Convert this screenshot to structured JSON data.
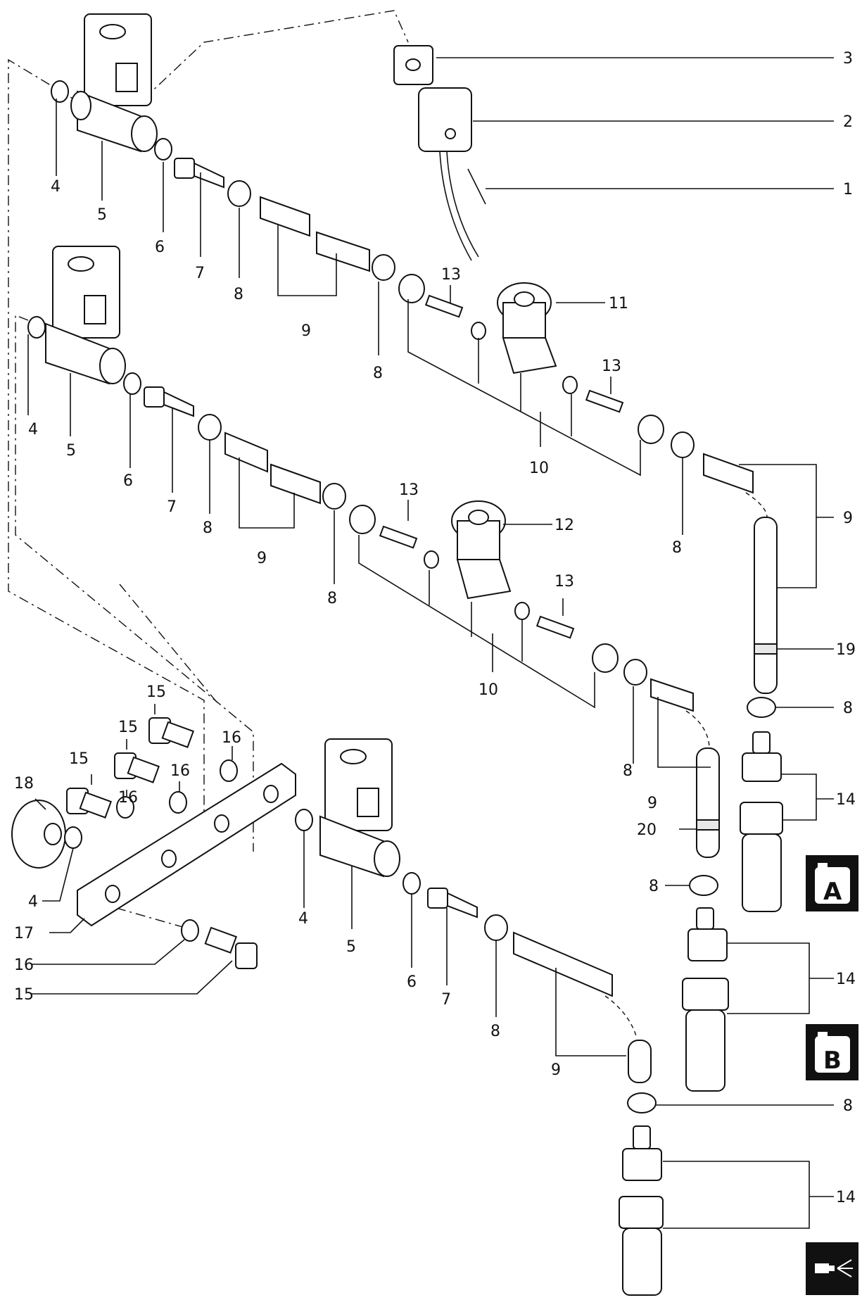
{
  "callouts": {
    "c1": "1",
    "c2": "2",
    "c3": "3",
    "c4a": "4",
    "c4b": "4",
    "c4c": "4",
    "c4d": "4",
    "c5a": "5",
    "c5b": "5",
    "c5c": "5",
    "c6a": "6",
    "c6b": "6",
    "c6c": "6",
    "c7a": "7",
    "c7b": "7",
    "c7c": "7",
    "c8a": "8",
    "c8b": "8",
    "c8c": "8",
    "c8d": "8",
    "c8e": "8",
    "c8f": "8",
    "c8g": "8",
    "c8h": "8",
    "c8i": "8",
    "c8j": "8",
    "c9a": "9",
    "c9b": "9",
    "c9c": "9",
    "c9d": "9",
    "c9e": "9",
    "c10a": "10",
    "c10b": "10",
    "c11": "11",
    "c12": "12",
    "c13a": "13",
    "c13b": "13",
    "c13c": "13",
    "c13d": "13",
    "c14a": "14",
    "c14b": "14",
    "c14c": "14",
    "c15a": "15",
    "c15b": "15",
    "c15c": "15",
    "c15d": "15",
    "c16a": "16",
    "c16b": "16",
    "c16c": "16",
    "c16d": "16",
    "c17": "17",
    "c18": "18",
    "c19": "19",
    "c20": "20"
  },
  "icons": {
    "tank_a": "A",
    "tank_b": "B",
    "spray": "spray-nozzle-icon"
  }
}
